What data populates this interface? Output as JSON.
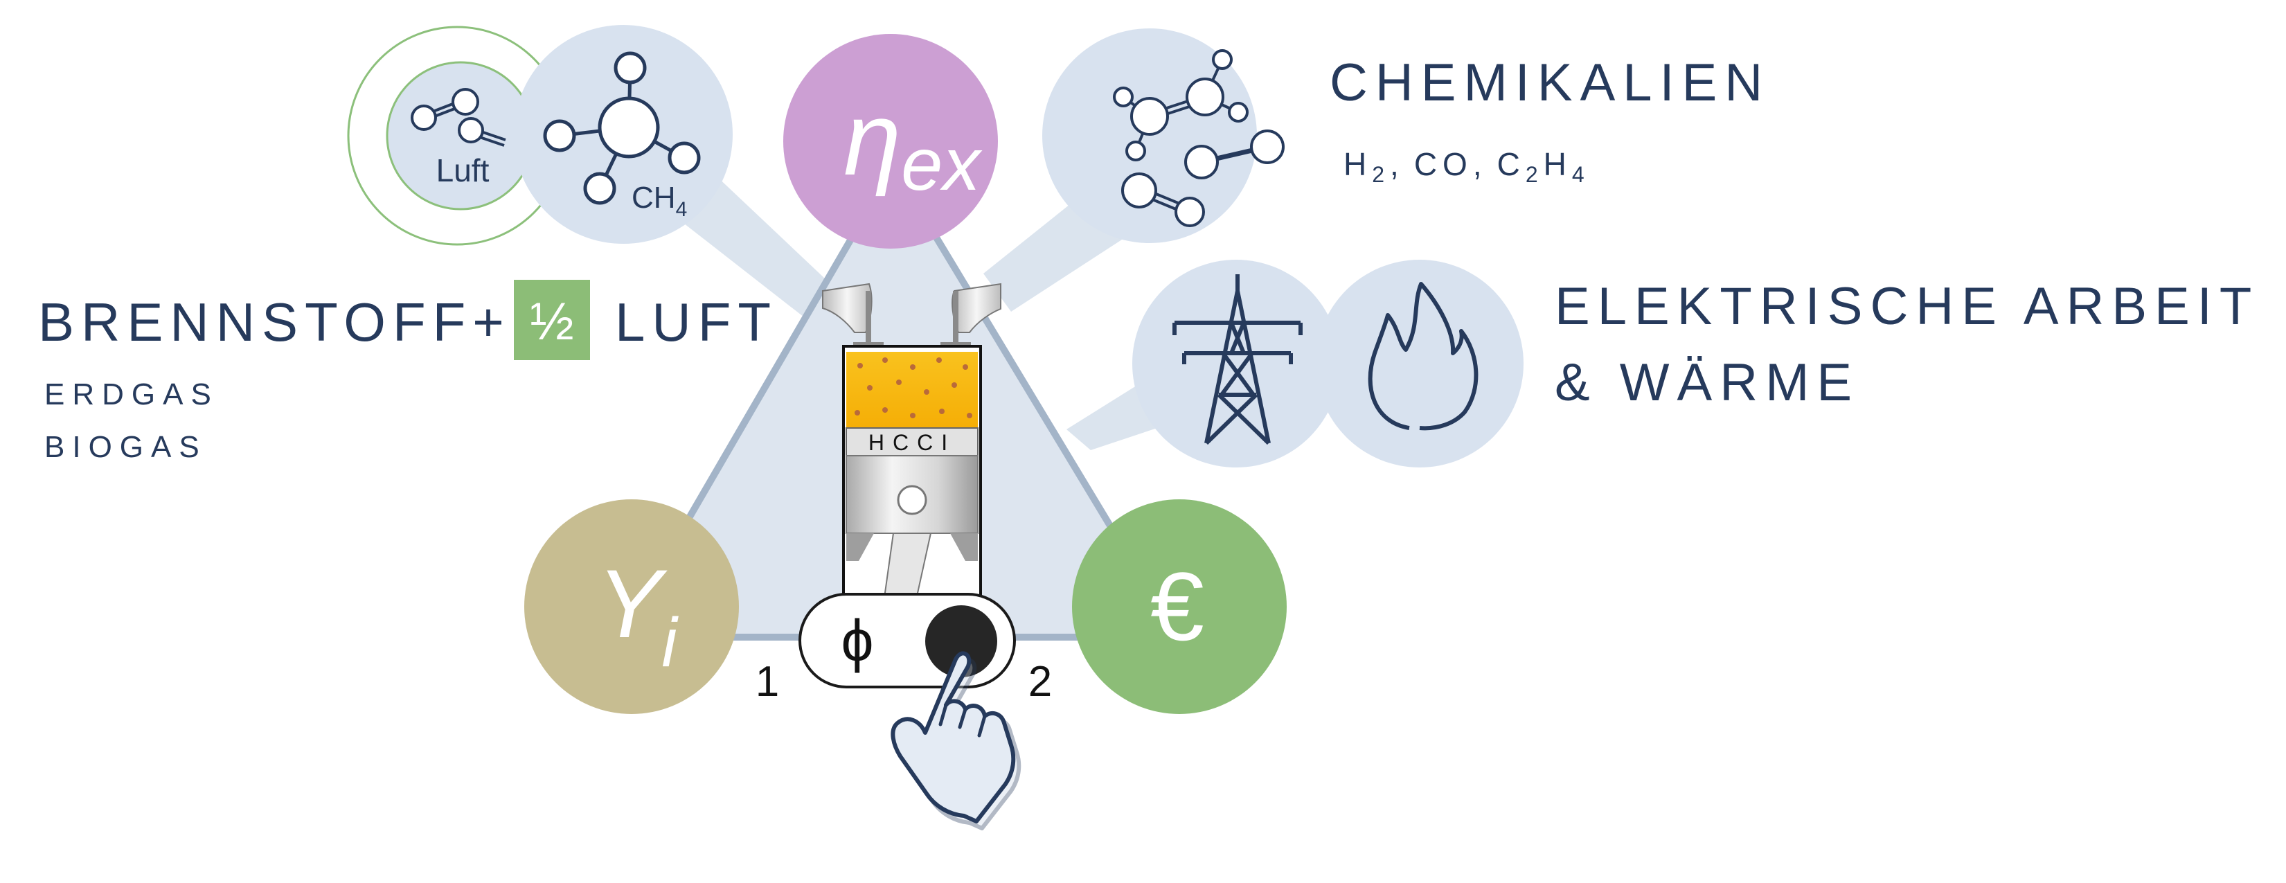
{
  "colors": {
    "navy": "#263a5c",
    "circle_bg": "#d8e2ef",
    "triangle_fill": "#dde5ef",
    "triangle_stroke": "#a3b4c8",
    "purple": "#cc9fd3",
    "khaki": "#c7bd91",
    "green": "#8cbd77",
    "air_green": "#8cc07b",
    "gold": "#f7b80a"
  },
  "inputs": {
    "title_main": "BRENNSTOFF+",
    "half_box": "½",
    "title_luft": "LUFT",
    "sub1": "ERDGAS",
    "sub2": "BIOGAS",
    "luft_label": "Luft",
    "ch4_base": "CH",
    "ch4_sub": "4"
  },
  "outputs": {
    "chem_title": "CHEMIKALIEN",
    "chem_items": [
      {
        "base": "H",
        "sub": "2"
      },
      {
        "sep": ", "
      },
      {
        "base": "CO"
      },
      {
        "sep": ", "
      },
      {
        "base": "C",
        "sub": "2"
      },
      {
        "base": "H",
        "sub": "4"
      }
    ],
    "chem_h": "H",
    "chem_h2": "2",
    "chem_co": "CO",
    "chem_c": "C",
    "chem_c2": "2",
    "chem_h4": "H",
    "chem_h4sub": "4",
    "comma": ",",
    "elek_line1": "ELEKTRISCHE ARBEIT",
    "elek_line2": "& WÄRME"
  },
  "nodes": {
    "eta_base": "η",
    "eta_sub": "ex",
    "y_base": "Y",
    "y_sub": "i",
    "euro": "€"
  },
  "engine": {
    "label": "HCCI"
  },
  "switch": {
    "symbol": "ϕ",
    "left_label": "1",
    "right_label": "2",
    "position": 2
  },
  "icons": {
    "molecule": "molecule-icon",
    "air": "air-molecule-icon",
    "chemicals": "chemicals-molecule-icon",
    "pylon": "power-pylon-icon",
    "flame": "flame-icon",
    "hand": "pointing-hand-icon"
  }
}
